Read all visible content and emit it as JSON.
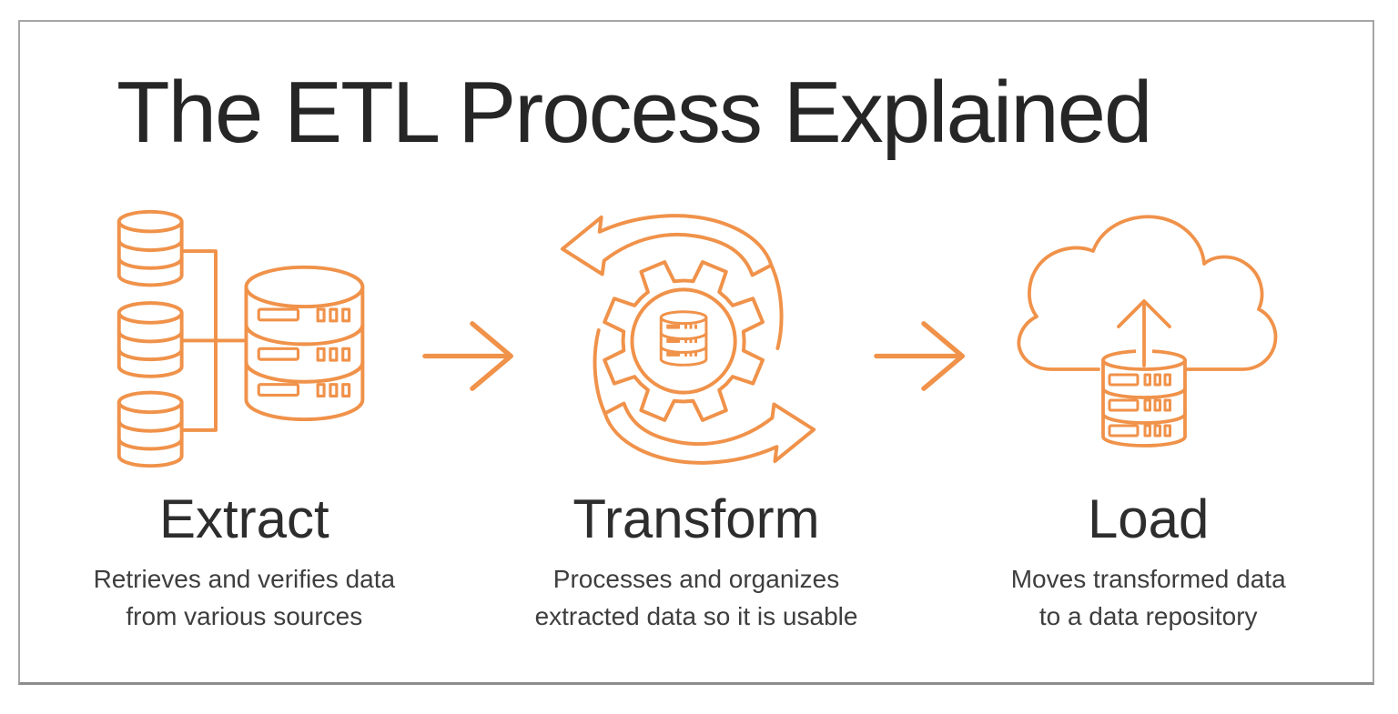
{
  "title": "The ETL Process Explained",
  "stages": [
    {
      "name": "Extract",
      "description_lines": [
        "Retrieves and verifies data",
        "from various sources"
      ],
      "icon": "source-databases-to-server-icon"
    },
    {
      "name": "Transform",
      "description_lines": [
        "Processes and organizes",
        "extracted data so it is usable"
      ],
      "icon": "gear-sync-arrows-icon"
    },
    {
      "name": "Load",
      "description_lines": [
        "Moves transformed data",
        "to a data repository"
      ],
      "icon": "cloud-upload-database-icon"
    }
  ],
  "flow_arrow_icon": "right-arrow-icon",
  "colors": {
    "accent_orange": "#F0924A",
    "title_text": "#262626",
    "heading_text": "#2D2D2D",
    "body_text": "#3E3E3E",
    "frame_border": "#A6A6A6",
    "background": "#FFFFFF"
  }
}
